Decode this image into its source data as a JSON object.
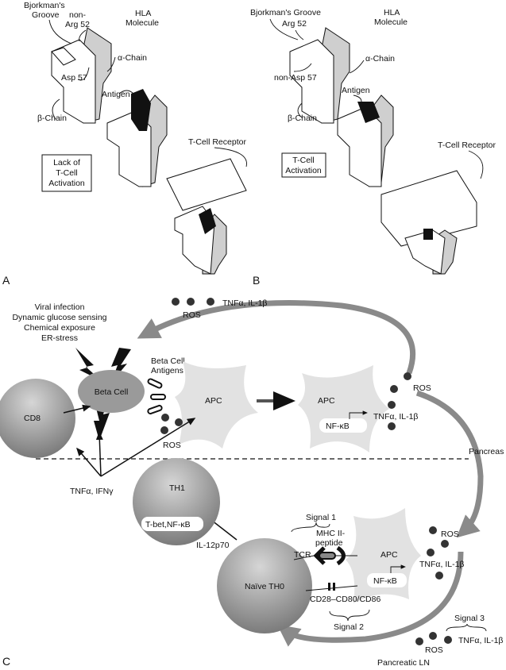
{
  "panel_a": {
    "letter": "A",
    "groove": [
      "Bjorkman's",
      "Groove"
    ],
    "arg": [
      "non-",
      "Arg 52"
    ],
    "hla": [
      "HLA",
      "Molecule"
    ],
    "alpha": "α-Chain",
    "asp": "Asp 57",
    "antigen": "Antigen",
    "beta": "β-Chain",
    "tcr": "T-Cell Receptor",
    "outcome": [
      "Lack of",
      "T-Cell",
      "Activation"
    ]
  },
  "panel_b": {
    "letter": "B",
    "groove": "Bjorkman's Groove",
    "arg": "Arg 52",
    "hla": [
      "HLA",
      "Molecule"
    ],
    "alpha": "α-Chain",
    "asp": "non-Asp 57",
    "antigen": "Antigen",
    "beta": "β-Chain",
    "tcr": "T-Cell Receptor",
    "outcome": [
      "T-Cell",
      "Activation"
    ]
  },
  "panel_c": {
    "letter": "C",
    "triggers": [
      "Viral infection",
      "Dynamic glucose sensing",
      "Chemical exposure",
      "ER-stress"
    ],
    "beta_cell": "Beta Cell",
    "beta_cell_antigens": [
      "Beta Cell",
      "Antigens"
    ],
    "apc": "APC",
    "ros": "ROS",
    "tnf_il1": "TNFα, IL-1β",
    "nfkb": "NF-κB",
    "cd8": "CD8",
    "tnf_ifn": "TNFα, IFNγ",
    "th1": "TH1",
    "tbet": "T-bet,NF-κB",
    "pancreas": "Pancreas",
    "il12": "IL-12p70",
    "signal1": "Signal 1",
    "signal2": "Signal 2",
    "signal3": "Signal 3",
    "tcr": "TCR",
    "mhc": [
      "MHC II-",
      "peptide"
    ],
    "costim": "CD28–CD80/CD86",
    "naive": "Naïve TH0",
    "pancreatic_ln": "Pancreatic LN"
  }
}
